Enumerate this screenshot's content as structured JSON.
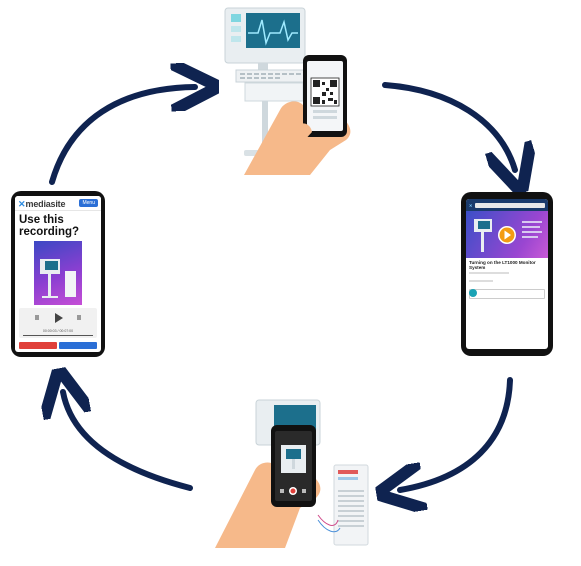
{
  "mobile_app": {
    "brand": "mediasite",
    "menu_label": "Menu",
    "prompt_title": "Use this recording?",
    "player_time": "00:00:03 / 00:07:00"
  },
  "viewer_app": {
    "video_title": "Turning on the LT1000 Monitor System"
  },
  "colors": {
    "arrow": "#0f2350",
    "phone_frame": "#111111",
    "accent_blue": "#2b6fd6",
    "accent_red": "#e0403a",
    "promo_gradient_start": "#3b49c4",
    "promo_gradient_end": "#c64ed6",
    "monitor_screen": "#1c6f8c",
    "skin": "#f6b98a"
  },
  "icons": {
    "cycle_arrows": "curved-arrow",
    "monitor": "patient-monitor-icon",
    "qr": "qr-code-icon",
    "play": "play-icon",
    "record": "record-icon"
  }
}
